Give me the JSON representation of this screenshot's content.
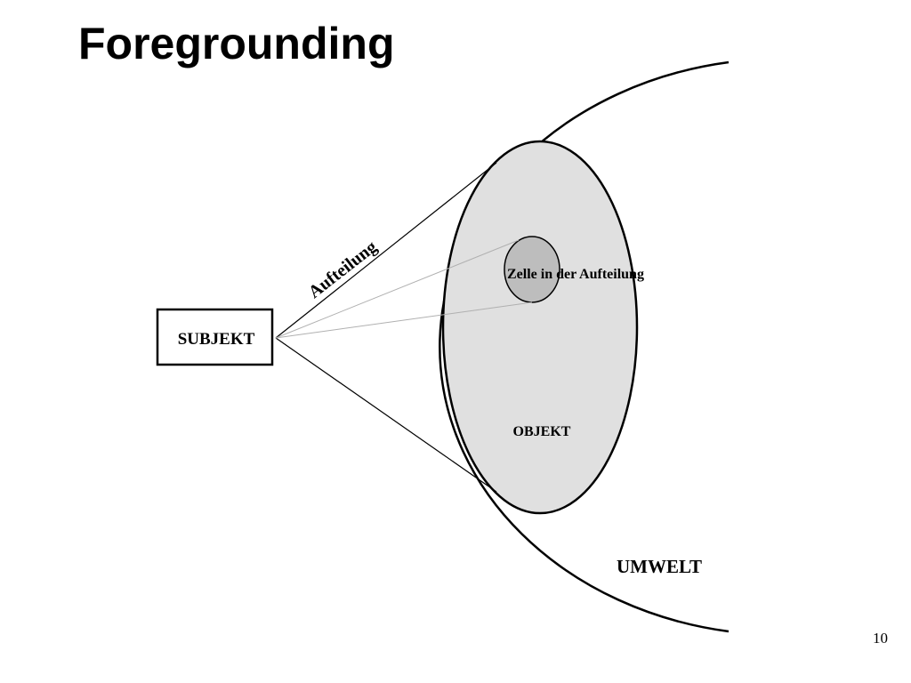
{
  "slide": {
    "title": "Foregrounding",
    "page_number": "10"
  },
  "diagram": {
    "subject_label": "SUBJEKT",
    "partition_label": "Aufteilung",
    "cell_label": "Zelle in der Aufteilung",
    "object_label": "OBJEKT",
    "environment_label": "UMWELT",
    "colors": {
      "object_fill": "#e0e0e0",
      "cell_fill": "#bdbdbd",
      "stroke": "#000000",
      "thin_line": "#b0b0b0"
    }
  }
}
